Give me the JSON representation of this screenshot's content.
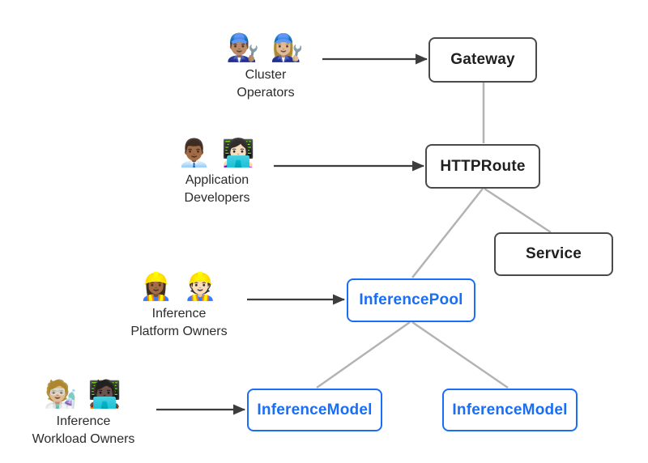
{
  "diagram": {
    "nodes": {
      "gateway": {
        "label": "Gateway",
        "style": "dark"
      },
      "httproute": {
        "label": "HTTPRoute",
        "style": "dark"
      },
      "service": {
        "label": "Service",
        "style": "dark"
      },
      "inferencepool": {
        "label": "InferencePool",
        "style": "blue"
      },
      "inferencemodel_left": {
        "label": "InferenceModel",
        "style": "blue"
      },
      "inferencemodel_right": {
        "label": "InferenceModel",
        "style": "blue"
      }
    },
    "actors": {
      "cluster_operators": {
        "emoji": "👨🏽‍🔧 👩🏼‍🔧",
        "line1": "Cluster",
        "line2": "Operators"
      },
      "application_developers": {
        "emoji": "👨🏾‍💼 👩🏻‍💻",
        "line1": "Application",
        "line2": "Developers"
      },
      "inference_platform_owners": {
        "emoji": "👷🏾‍♀️ 👷🏻",
        "line1": "Inference",
        "line2": "Platform Owners"
      },
      "inference_workload_owners": {
        "emoji": "🧑🏼‍🔬 🧑🏿‍💻",
        "line1": "Inference",
        "line2": "Workload Owners"
      }
    },
    "edges": [
      {
        "from": "gateway",
        "to": "httproute"
      },
      {
        "from": "httproute",
        "to": "inferencepool"
      },
      {
        "from": "httproute",
        "to": "service"
      },
      {
        "from": "inferencepool",
        "to": "inferencemodel_left"
      },
      {
        "from": "inferencepool",
        "to": "inferencemodel_right"
      }
    ],
    "actor_arrows": [
      {
        "from": "cluster_operators",
        "to": "gateway"
      },
      {
        "from": "application_developers",
        "to": "httproute"
      },
      {
        "from": "inference_platform_owners",
        "to": "inferencepool"
      },
      {
        "from": "inference_workload_owners",
        "to": "inferencemodel_left"
      }
    ],
    "colors": {
      "accent_blue": "#1a6ef5",
      "node_border_dark": "#4a4a4a",
      "node_text_dark": "#1f1f1f",
      "connector_gray": "#b3b3b3",
      "arrow_dark": "#3d3d3d",
      "label_text": "#2b2b2b",
      "background": "#ffffff"
    }
  }
}
